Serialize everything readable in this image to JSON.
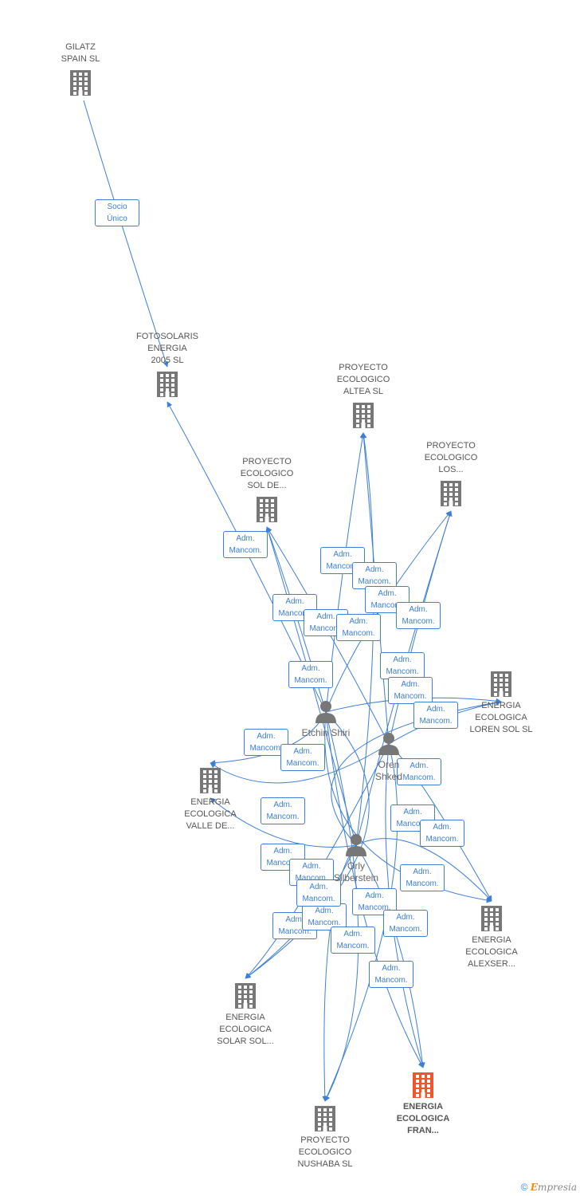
{
  "colors": {
    "edge": "#3d7fd6",
    "company": "#777777",
    "focus": "#f0552c",
    "person": "#777777"
  },
  "companies": [
    {
      "id": "gilatz",
      "label": "GILATZ SPAIN SL",
      "lines": [
        "GILATZ",
        "SPAIN SL"
      ],
      "icon": "building-icon"
    },
    {
      "id": "fotosolaris",
      "label": "FOTOSOLARIS ENERGIA 2005 SL",
      "lines": [
        "FOTOSOLARIS",
        "ENERGIA",
        "2005 SL"
      ],
      "icon": "building-icon"
    },
    {
      "id": "altea",
      "label": "PROYECTO ECOLOGICO ALTEA SL",
      "lines": [
        "PROYECTO",
        "ECOLOGICO",
        "ALTEA SL"
      ],
      "icon": "building-icon"
    },
    {
      "id": "los",
      "label": "PROYECTO ECOLOGICO LOS...",
      "lines": [
        "PROYECTO",
        "ECOLOGICO",
        "LOS..."
      ],
      "icon": "building-icon"
    },
    {
      "id": "solde",
      "label": "PROYECTO ECOLOGICO SOL DE...",
      "lines": [
        "PROYECTO",
        "ECOLOGICO",
        "SOL DE..."
      ],
      "icon": "building-icon"
    },
    {
      "id": "loren",
      "label": "ENERGIA ECOLOGICA LOREN SOL SL",
      "lines": [
        "ENERGIA",
        "ECOLOGICA",
        "LOREN SOL SL"
      ],
      "icon": "building-icon"
    },
    {
      "id": "valle",
      "label": "ENERGIA ECOLOGICA VALLE DE...",
      "lines": [
        "ENERGIA",
        "ECOLOGICA",
        "VALLE DE..."
      ],
      "icon": "building-icon"
    },
    {
      "id": "alexser",
      "label": "ENERGIA ECOLOGICA ALEXSER...",
      "lines": [
        "ENERGIA",
        "ECOLOGICA",
        "ALEXSER..."
      ],
      "icon": "building-icon"
    },
    {
      "id": "solarsol",
      "label": "ENERGIA ECOLOGICA SOLAR SOL...",
      "lines": [
        "ENERGIA",
        "ECOLOGICA",
        "SOLAR SOL..."
      ],
      "icon": "building-icon"
    },
    {
      "id": "fran",
      "label": "ENERGIA ECOLOGICA FRAN...",
      "lines": [
        "ENERGIA",
        "ECOLOGICA",
        "FRAN..."
      ],
      "icon": "building-icon",
      "focus": true
    },
    {
      "id": "nushaba",
      "label": "PROYECTO ECOLOGICO NUSHABA SL",
      "lines": [
        "PROYECTO",
        "ECOLOGICO",
        "NUSHABA SL"
      ],
      "icon": "building-icon"
    }
  ],
  "persons": [
    {
      "id": "etchin",
      "label": "Etchin Shiri",
      "lines": [
        "Etchin Shiri"
      ],
      "icon": "person-icon"
    },
    {
      "id": "oren",
      "label": "Oren Shked",
      "lines": [
        "Oren",
        "Shked"
      ],
      "icon": "person-icon"
    },
    {
      "id": "orly",
      "label": "Orly Silberstein",
      "lines": [
        "Orly",
        "Silberstein"
      ],
      "icon": "person-icon"
    }
  ],
  "relations": [
    {
      "from": "gilatz",
      "to": "fotosolaris",
      "label": [
        "Socio",
        "Único"
      ]
    },
    {
      "from": "etchin",
      "to": "fotosolaris",
      "label": [
        "Adm.",
        "Mancom."
      ]
    },
    {
      "from": "etchin",
      "to": "solde",
      "label": [
        "Adm.",
        "Mancom."
      ]
    },
    {
      "from": "oren",
      "to": "solde",
      "label": [
        "Adm.",
        "Mancom."
      ]
    },
    {
      "from": "orly",
      "to": "solde",
      "label": [
        "Adm.",
        "Mancom."
      ]
    },
    {
      "from": "etchin",
      "to": "altea",
      "label": [
        "Adm.",
        "Mancom."
      ]
    },
    {
      "from": "oren",
      "to": "altea",
      "label": [
        "Adm.",
        "Mancom."
      ]
    },
    {
      "from": "orly",
      "to": "altea",
      "label": [
        "Adm.",
        "Mancom."
      ]
    },
    {
      "from": "etchin",
      "to": "los",
      "label": [
        "Adm.",
        "Mancom."
      ]
    },
    {
      "from": "oren",
      "to": "los",
      "label": [
        "Adm.",
        "Mancom."
      ]
    },
    {
      "from": "orly",
      "to": "los",
      "label": [
        "Adm.",
        "Mancom."
      ]
    },
    {
      "from": "etchin",
      "to": "loren",
      "label": [
        "Adm.",
        "Mancom."
      ]
    },
    {
      "from": "oren",
      "to": "loren",
      "label": [
        "Adm.",
        "Mancom."
      ]
    },
    {
      "from": "orly",
      "to": "loren",
      "label": [
        "Adm.",
        "Mancom."
      ]
    },
    {
      "from": "etchin",
      "to": "valle",
      "label": [
        "Adm.",
        "Mancom."
      ]
    },
    {
      "from": "oren",
      "to": "valle",
      "label": [
        "Adm.",
        "Mancom."
      ]
    },
    {
      "from": "orly",
      "to": "valle",
      "label": [
        "Adm.",
        "Mancom."
      ]
    },
    {
      "from": "etchin",
      "to": "alexser",
      "label": [
        "Adm.",
        "Mancom."
      ]
    },
    {
      "from": "oren",
      "to": "alexser",
      "label": [
        "Adm.",
        "Mancom."
      ]
    },
    {
      "from": "orly",
      "to": "alexser",
      "label": [
        "Adm.",
        "Mancom."
      ]
    },
    {
      "from": "etchin",
      "to": "solarsol",
      "label": [
        "Adm.",
        "Mancom."
      ]
    },
    {
      "from": "oren",
      "to": "solarsol",
      "label": [
        "Adm.",
        "Mancom."
      ]
    },
    {
      "from": "orly",
      "to": "solarsol",
      "label": [
        "Adm.",
        "Mancom."
      ]
    },
    {
      "from": "etchin",
      "to": "fran",
      "label": [
        "Adm.",
        "Mancom."
      ]
    },
    {
      "from": "oren",
      "to": "fran",
      "label": [
        "Adm.",
        "Mancom."
      ]
    },
    {
      "from": "orly",
      "to": "fran",
      "label": [
        "Adm.",
        "Mancom."
      ]
    },
    {
      "from": "etchin",
      "to": "nushaba",
      "label": [
        "Adm.",
        "Mancom."
      ]
    },
    {
      "from": "oren",
      "to": "nushaba",
      "label": [
        "Adm.",
        "Mancom."
      ]
    },
    {
      "from": "orly",
      "to": "nushaba",
      "label": [
        "Adm.",
        "Mancom."
      ]
    }
  ],
  "footer": {
    "copyright": "©",
    "brand_first": "E",
    "brand_rest": "mpresia"
  }
}
